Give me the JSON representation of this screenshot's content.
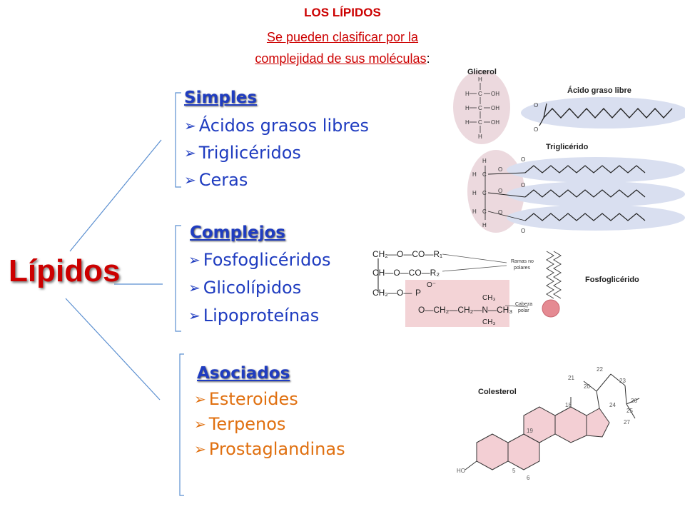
{
  "title": {
    "heading": "LOS LÍPIDOS",
    "line1": "Se pueden clasificar por la",
    "line2": "complejidad de sus moléculas",
    "colon": ":"
  },
  "root": "Lípidos",
  "groups": [
    {
      "name": "Simples",
      "items": [
        "Ácidos grasos libres",
        "Triglicéridos",
        "Ceras"
      ]
    },
    {
      "name": "Complejos",
      "items": [
        "Fosfoglicéridos",
        "Glicolípidos",
        "Lipoproteínas"
      ]
    },
    {
      "name": "Asociados",
      "items": [
        "Esteroides",
        "Terpenos",
        "Prostaglandinas"
      ]
    }
  ],
  "structures": {
    "glicerol": "Glicerol",
    "acido_graso": "Ácido graso libre",
    "trigliceride": "Triglicérido",
    "fosfo": "Fosfoglicérido",
    "colesterol": "Colesterol",
    "ramas": "Ramas no polares",
    "cabeza": "Cabeza polar"
  },
  "colors": {
    "title": "#cc0000",
    "simples_complejos": "#1f3cc0",
    "asociados": "#e07010",
    "connector": "#5b8fd0"
  }
}
